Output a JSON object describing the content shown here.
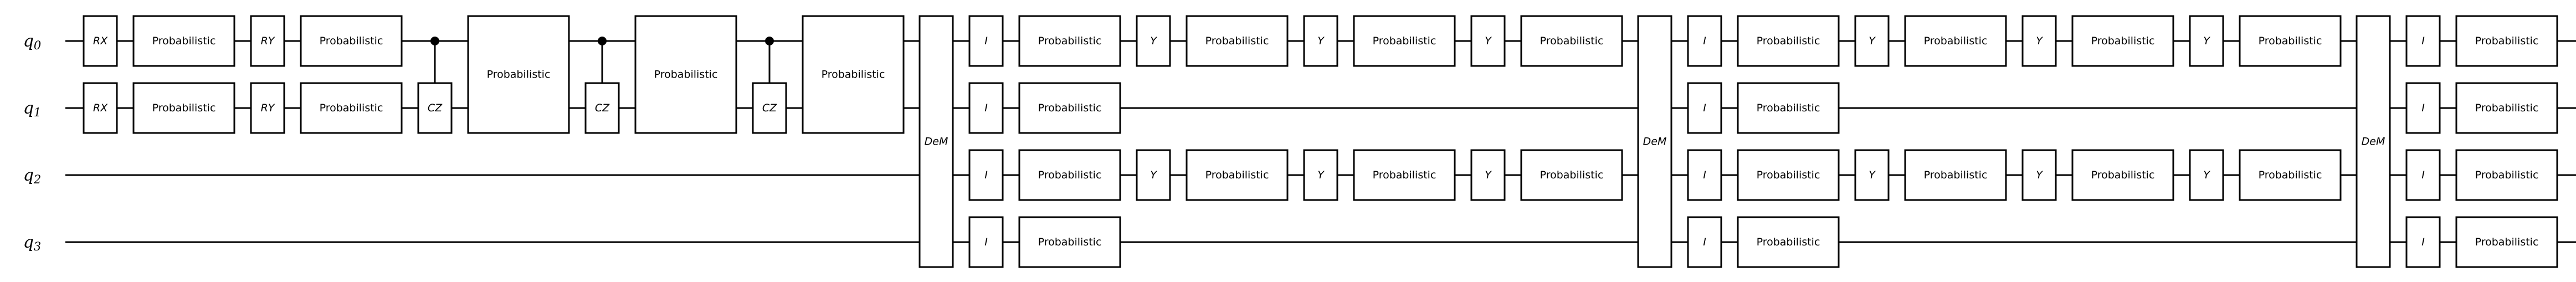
{
  "qubits": [
    {
      "label": "q",
      "index": "0"
    },
    {
      "label": "q",
      "index": "1"
    },
    {
      "label": "q",
      "index": "2"
    },
    {
      "label": "q",
      "index": "3"
    }
  ],
  "gates": [
    {
      "label": "RX",
      "style": "italic",
      "col": 0,
      "wires": [
        0
      ]
    },
    {
      "label": "RX",
      "style": "italic",
      "col": 0,
      "wires": [
        1
      ]
    },
    {
      "label": "Probabilistic",
      "style": "normal",
      "col": 1,
      "wires": [
        0
      ]
    },
    {
      "label": "Probabilistic",
      "style": "normal",
      "col": 1,
      "wires": [
        1
      ]
    },
    {
      "label": "RY",
      "style": "italic",
      "col": 2,
      "wires": [
        0
      ]
    },
    {
      "label": "RY",
      "style": "italic",
      "col": 2,
      "wires": [
        1
      ]
    },
    {
      "label": "Probabilistic",
      "style": "normal",
      "col": 3,
      "wires": [
        0
      ]
    },
    {
      "label": "Probabilistic",
      "style": "normal",
      "col": 3,
      "wires": [
        1
      ]
    },
    {
      "label": "CZ",
      "style": "italic",
      "col": 4,
      "wires": [
        1
      ],
      "control": 0
    },
    {
      "label": "Probabilistic",
      "style": "normal",
      "col": 5,
      "wires": [
        0,
        1
      ]
    },
    {
      "label": "CZ",
      "style": "italic",
      "col": 6,
      "wires": [
        1
      ],
      "control": 0
    },
    {
      "label": "Probabilistic",
      "style": "normal",
      "col": 7,
      "wires": [
        0,
        1
      ]
    },
    {
      "label": "CZ",
      "style": "italic",
      "col": 8,
      "wires": [
        1
      ],
      "control": 0
    },
    {
      "label": "Probabilistic",
      "style": "normal",
      "col": 9,
      "wires": [
        0,
        1
      ]
    },
    {
      "label": "DeM",
      "style": "italic",
      "col": 10,
      "wires": [
        0,
        1,
        2,
        3
      ]
    },
    {
      "label": "I",
      "style": "italic",
      "col": 11,
      "wires": [
        0
      ]
    },
    {
      "label": "I",
      "style": "italic",
      "col": 11,
      "wires": [
        1
      ]
    },
    {
      "label": "I",
      "style": "italic",
      "col": 11,
      "wires": [
        2
      ]
    },
    {
      "label": "I",
      "style": "italic",
      "col": 11,
      "wires": [
        3
      ]
    },
    {
      "label": "Probabilistic",
      "style": "normal",
      "col": 12,
      "wires": [
        0
      ]
    },
    {
      "label": "Probabilistic",
      "style": "normal",
      "col": 12,
      "wires": [
        1
      ]
    },
    {
      "label": "Probabilistic",
      "style": "normal",
      "col": 12,
      "wires": [
        2
      ]
    },
    {
      "label": "Probabilistic",
      "style": "normal",
      "col": 12,
      "wires": [
        3
      ]
    },
    {
      "label": "Y",
      "style": "italic",
      "col": 13,
      "wires": [
        0
      ]
    },
    {
      "label": "Y",
      "style": "italic",
      "col": 13,
      "wires": [
        2
      ]
    },
    {
      "label": "Probabilistic",
      "style": "normal",
      "col": 14,
      "wires": [
        0
      ]
    },
    {
      "label": "Probabilistic",
      "style": "normal",
      "col": 14,
      "wires": [
        2
      ]
    },
    {
      "label": "Y",
      "style": "italic",
      "col": 15,
      "wires": [
        0
      ]
    },
    {
      "label": "Y",
      "style": "italic",
      "col": 15,
      "wires": [
        2
      ]
    },
    {
      "label": "Probabilistic",
      "style": "normal",
      "col": 16,
      "wires": [
        0
      ]
    },
    {
      "label": "Probabilistic",
      "style": "normal",
      "col": 16,
      "wires": [
        2
      ]
    },
    {
      "label": "Y",
      "style": "italic",
      "col": 17,
      "wires": [
        0
      ]
    },
    {
      "label": "Y",
      "style": "italic",
      "col": 17,
      "wires": [
        2
      ]
    },
    {
      "label": "Probabilistic",
      "style": "normal",
      "col": 18,
      "wires": [
        0
      ]
    },
    {
      "label": "Probabilistic",
      "style": "normal",
      "col": 18,
      "wires": [
        2
      ]
    },
    {
      "label": "DeM",
      "style": "italic",
      "col": 19,
      "wires": [
        0,
        1,
        2,
        3
      ]
    },
    {
      "label": "I",
      "style": "italic",
      "col": 20,
      "wires": [
        0
      ]
    },
    {
      "label": "I",
      "style": "italic",
      "col": 20,
      "wires": [
        1
      ]
    },
    {
      "label": "I",
      "style": "italic",
      "col": 20,
      "wires": [
        2
      ]
    },
    {
      "label": "I",
      "style": "italic",
      "col": 20,
      "wires": [
        3
      ]
    },
    {
      "label": "Probabilistic",
      "style": "normal",
      "col": 21,
      "wires": [
        0
      ]
    },
    {
      "label": "Probabilistic",
      "style": "normal",
      "col": 21,
      "wires": [
        1
      ]
    },
    {
      "label": "Probabilistic",
      "style": "normal",
      "col": 21,
      "wires": [
        2
      ]
    },
    {
      "label": "Probabilistic",
      "style": "normal",
      "col": 21,
      "wires": [
        3
      ]
    },
    {
      "label": "Y",
      "style": "italic",
      "col": 22,
      "wires": [
        0
      ]
    },
    {
      "label": "Y",
      "style": "italic",
      "col": 22,
      "wires": [
        2
      ]
    },
    {
      "label": "Probabilistic",
      "style": "normal",
      "col": 23,
      "wires": [
        0
      ]
    },
    {
      "label": "Probabilistic",
      "style": "normal",
      "col": 23,
      "wires": [
        2
      ]
    },
    {
      "label": "Y",
      "style": "italic",
      "col": 24,
      "wires": [
        0
      ]
    },
    {
      "label": "Y",
      "style": "italic",
      "col": 24,
      "wires": [
        2
      ]
    },
    {
      "label": "Probabilistic",
      "style": "normal",
      "col": 25,
      "wires": [
        0
      ]
    },
    {
      "label": "Probabilistic",
      "style": "normal",
      "col": 25,
      "wires": [
        2
      ]
    },
    {
      "label": "Y",
      "style": "italic",
      "col": 26,
      "wires": [
        0
      ]
    },
    {
      "label": "Y",
      "style": "italic",
      "col": 26,
      "wires": [
        2
      ]
    },
    {
      "label": "Probabilistic",
      "style": "normal",
      "col": 27,
      "wires": [
        0
      ]
    },
    {
      "label": "Probabilistic",
      "style": "normal",
      "col": 27,
      "wires": [
        2
      ]
    },
    {
      "label": "DeM",
      "style": "italic",
      "col": 28,
      "wires": [
        0,
        1,
        2,
        3
      ]
    },
    {
      "label": "I",
      "style": "italic",
      "col": 29,
      "wires": [
        0
      ]
    },
    {
      "label": "I",
      "style": "italic",
      "col": 29,
      "wires": [
        1
      ]
    },
    {
      "label": "I",
      "style": "italic",
      "col": 29,
      "wires": [
        2
      ]
    },
    {
      "label": "I",
      "style": "italic",
      "col": 29,
      "wires": [
        3
      ]
    },
    {
      "label": "Probabilistic",
      "style": "normal",
      "col": 30,
      "wires": [
        0
      ]
    },
    {
      "label": "Probabilistic",
      "style": "normal",
      "col": 30,
      "wires": [
        1
      ]
    },
    {
      "label": "Probabilistic",
      "style": "normal",
      "col": 30,
      "wires": [
        2
      ]
    },
    {
      "label": "Probabilistic",
      "style": "normal",
      "col": 30,
      "wires": [
        3
      ]
    }
  ]
}
